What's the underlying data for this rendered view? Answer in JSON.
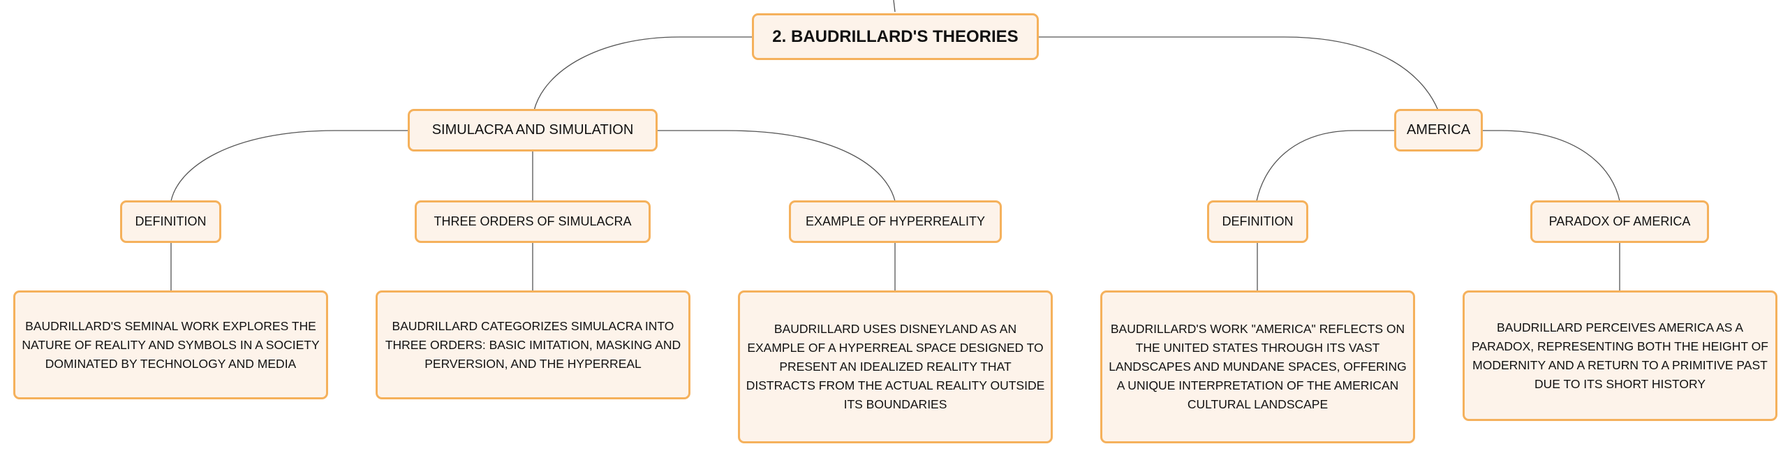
{
  "root": {
    "label": "2. BAUDRILLARD'S THEORIES"
  },
  "branches": [
    {
      "label": "SIMULACRA AND SIMULATION",
      "children": [
        {
          "label": "DEFINITION",
          "detail": "BAUDRILLARD'S SEMINAL WORK EXPLORES THE NATURE OF REALITY AND SYMBOLS IN A SOCIETY DOMINATED BY TECHNOLOGY AND MEDIA"
        },
        {
          "label": "THREE ORDERS OF SIMULACRA",
          "detail": "BAUDRILLARD CATEGORIZES SIMULACRA INTO THREE ORDERS: BASIC IMITATION, MASKING AND PERVERSION, AND THE HYPERREAL"
        },
        {
          "label": "EXAMPLE OF HYPERREALITY",
          "detail": "BAUDRILLARD USES DISNEYLAND AS AN EXAMPLE OF A HYPERREAL SPACE DESIGNED TO PRESENT AN IDEALIZED REALITY THAT DISTRACTS FROM THE ACTUAL REALITY OUTSIDE ITS BOUNDARIES"
        }
      ]
    },
    {
      "label": "AMERICA",
      "children": [
        {
          "label": "DEFINITION",
          "detail": "BAUDRILLARD'S WORK \"AMERICA\" REFLECTS ON THE UNITED STATES THROUGH ITS VAST LANDSCAPES AND MUNDANE SPACES, OFFERING A UNIQUE INTERPRETATION OF THE AMERICAN CULTURAL LANDSCAPE"
        },
        {
          "label": "PARADOX OF AMERICA",
          "detail": "BAUDRILLARD PERCEIVES AMERICA AS A PARADOX, REPRESENTING BOTH THE HEIGHT OF MODERNITY AND A RETURN TO A PRIMITIVE PAST DUE TO ITS SHORT HISTORY"
        }
      ]
    }
  ]
}
